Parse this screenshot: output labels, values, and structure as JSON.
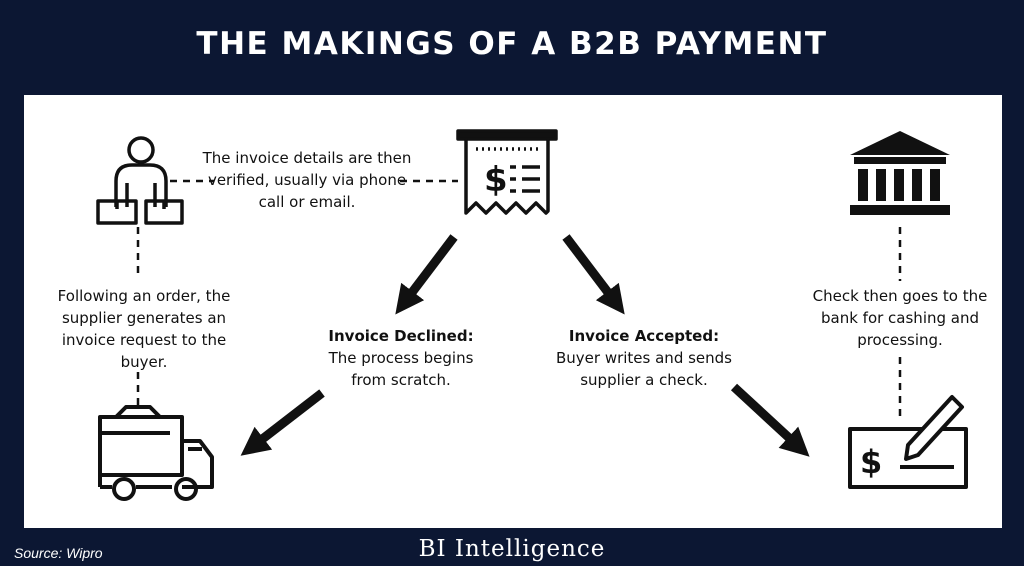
{
  "title": "THE MAKINGS OF A B2B PAYMENT",
  "steps": {
    "verify": "The invoice details are then verified, usually via phone call or email.",
    "generate": "Following an order, the supplier generates an invoice request to the buyer.",
    "declined_heading": "Invoice Declined:",
    "declined_body": "The process begins from scratch.",
    "accepted_heading": "Invoice Accepted:",
    "accepted_body": "Buyer writes and sends supplier a check.",
    "bank": "Check then goes to the bank for cashing and processing."
  },
  "icons": {
    "supplier": "person-with-boxes-icon",
    "invoice": "invoice-receipt-icon",
    "bank": "bank-icon",
    "truck": "delivery-truck-icon",
    "check": "check-pen-icon"
  },
  "footer": {
    "source": "Source: Wipro",
    "brand": "BI Intelligence"
  },
  "colors": {
    "background": "#0c1733",
    "panel": "#ffffff",
    "ink": "#111111"
  }
}
